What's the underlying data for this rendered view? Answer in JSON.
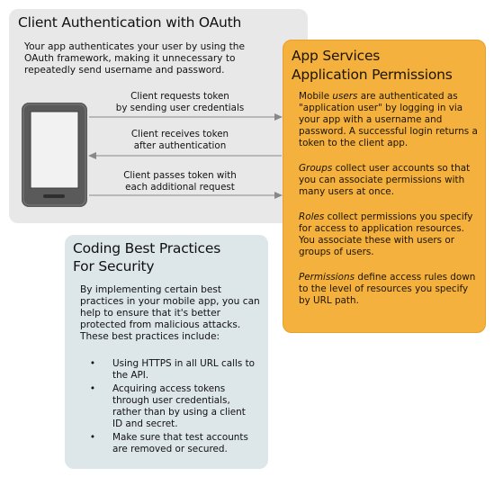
{
  "oauth": {
    "title": "Client Authentication with OAuth",
    "intro": "Your app authenticates your user by using the OAuth framework, making it unnecessary to repeatedly send username and password.",
    "flows": [
      {
        "line1": "Client requests token",
        "line2": "by sending user credentials",
        "direction": "right"
      },
      {
        "line1": "Client receives token",
        "line2": "after authentication",
        "direction": "left"
      },
      {
        "line1": "Client passes token with",
        "line2": "each additional request",
        "direction": "right"
      }
    ],
    "device_icon": "mobile-phone-icon"
  },
  "permissions": {
    "title_line1": "App Services",
    "title_line2": "Application Permissions",
    "paragraphs": [
      {
        "pre": "Mobile ",
        "term": "users",
        "text": " are authenticated as \"application user\" by logging in via your app with a username and password. A successful login returns a token to the client app."
      },
      {
        "pre": "",
        "term": "Groups",
        "text": " collect user accounts so that you can associate permissions with many users at once."
      },
      {
        "pre": "",
        "term": "Roles",
        "text": " collect permissions you specify for access to application resources. You associate these with users or groups of users."
      },
      {
        "pre": "",
        "term": "Permissions",
        "text": " define access rules down to the level of resources you specify by URL path."
      }
    ]
  },
  "security": {
    "title_line1": "Coding Best Practices",
    "title_line2": "For Security",
    "intro": "By implementing certain best practices in your mobile app, you can help to ensure that it's better protected from malicious attacks. These best practices include:",
    "bullet_glyph": "•",
    "items": [
      "Using HTTPS in all URL calls to the API.",
      "Acquiring access tokens through user credentials, rather than by using a client ID and secret.",
      "Make sure that test accounts are removed or secured."
    ]
  },
  "colors": {
    "oauth_panel": "#e8e8e8",
    "permissions_panel": "#f4b13d",
    "security_panel": "#dde6e9",
    "arrow": "#888888",
    "phone_body": "#5a5a5a"
  }
}
